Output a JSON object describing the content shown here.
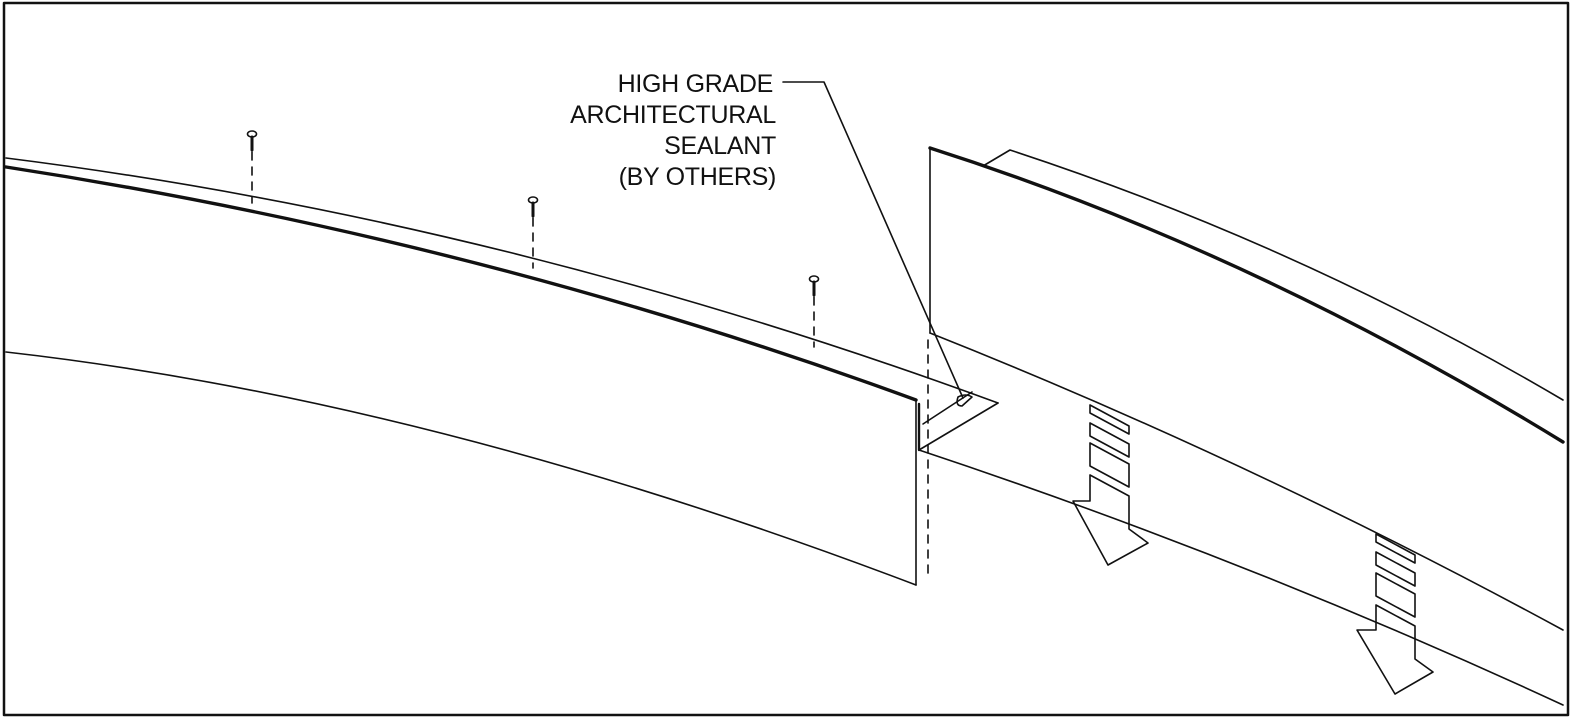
{
  "callout": {
    "lines": [
      "HIGH GRADE",
      "ARCHITECTURAL",
      "SEALANT",
      "(BY OTHERS)"
    ]
  },
  "colors": {
    "line": "#111111",
    "background": "#ffffff"
  }
}
